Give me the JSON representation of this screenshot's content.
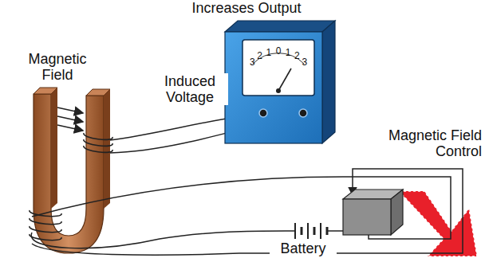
{
  "diagram": {
    "labels": [
      "Increases Output",
      "Magnetic Field",
      "Induced Voltage",
      "Magnetic Field Control",
      "Battery",
      "3",
      "2",
      "1",
      "0",
      "1",
      "2",
      "3"
    ]
  }
}
